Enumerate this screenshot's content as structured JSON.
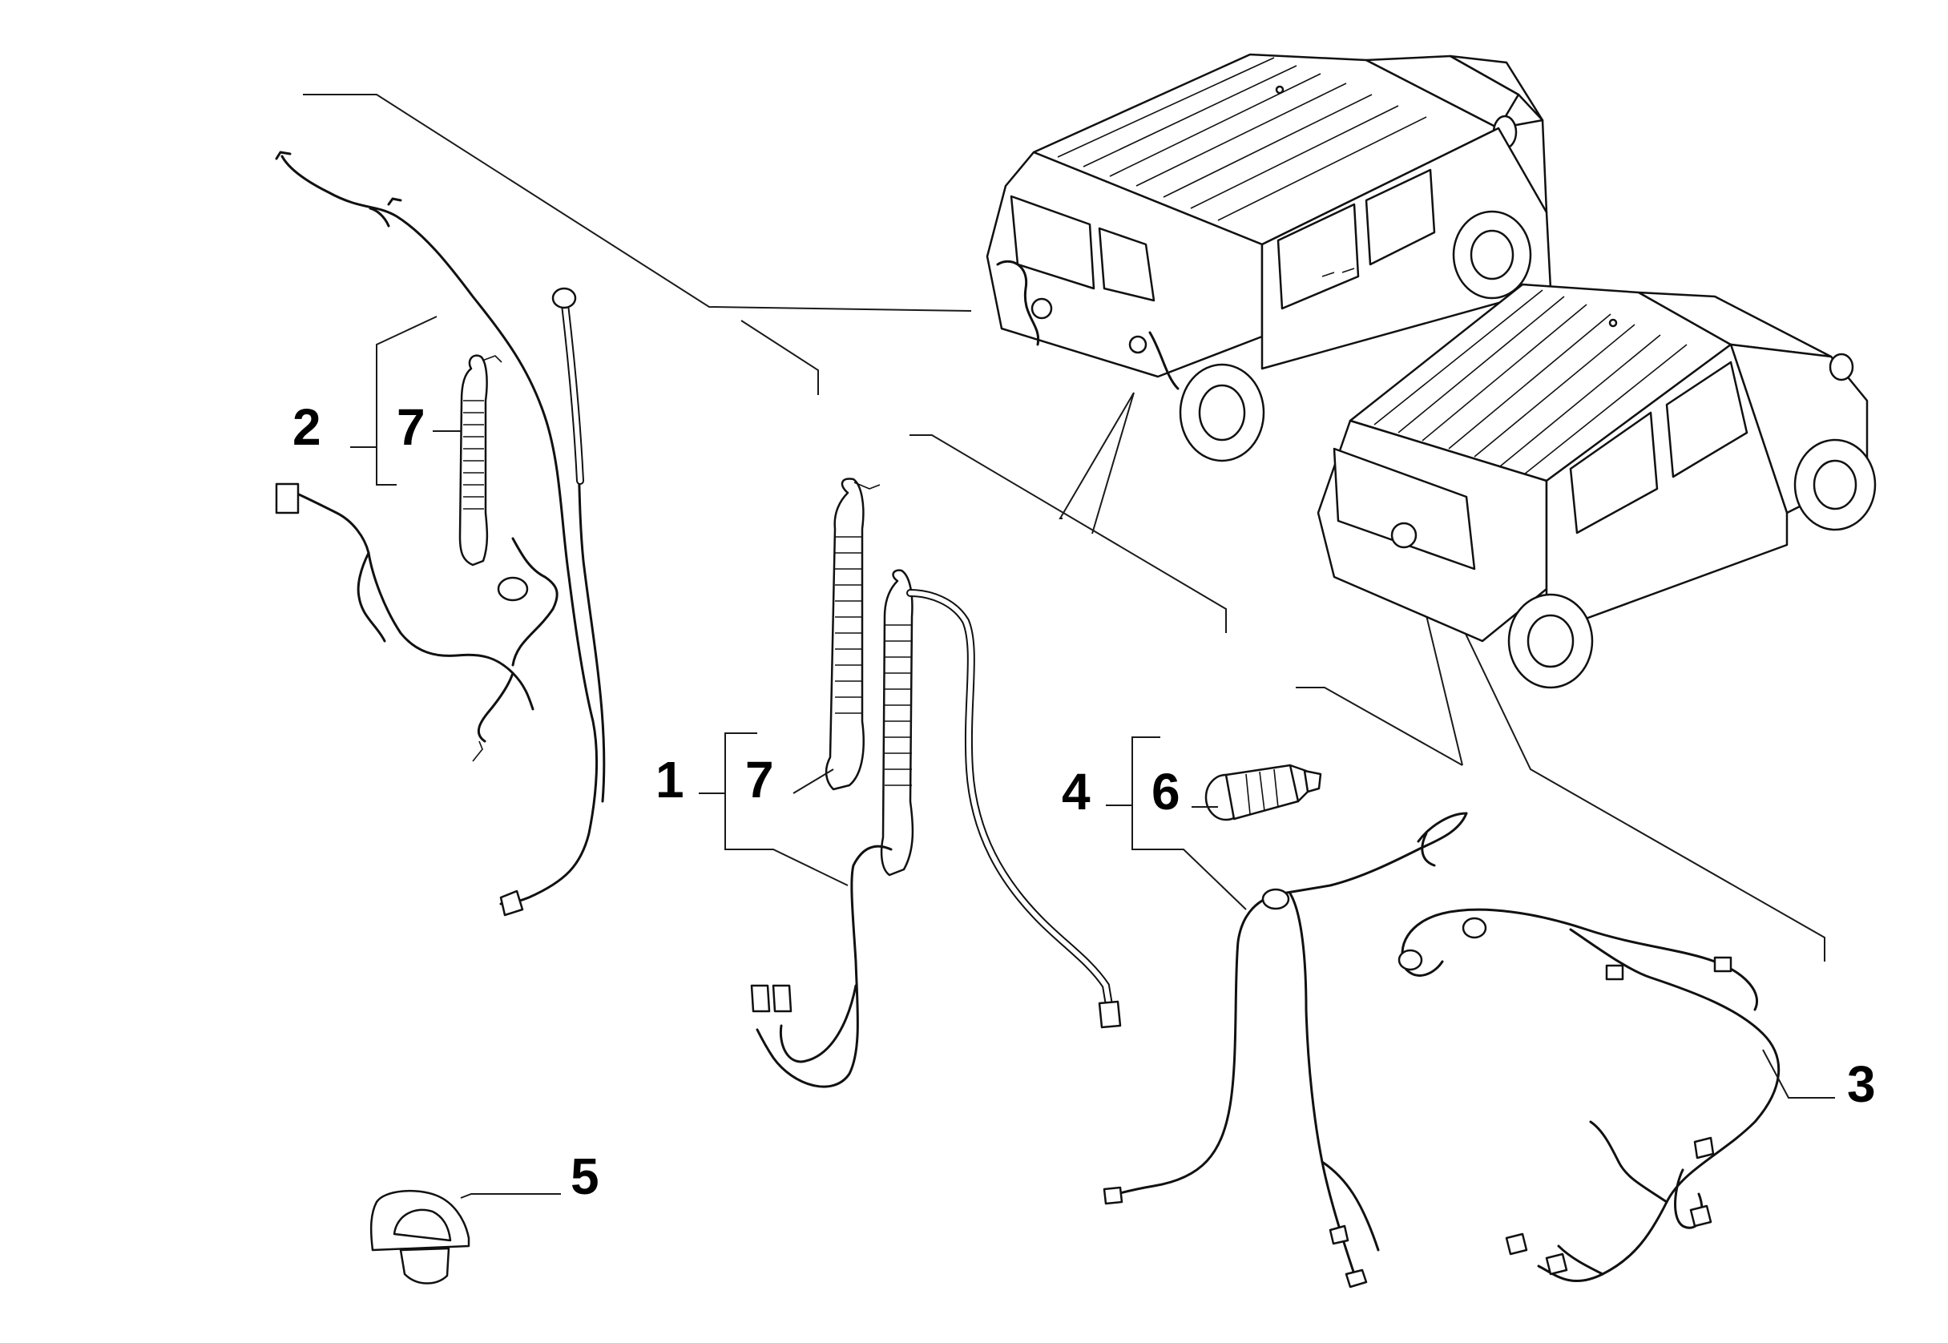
{
  "diagram": {
    "callouts": [
      {
        "id": "c1",
        "label": "1"
      },
      {
        "id": "c2",
        "label": "2"
      },
      {
        "id": "c3",
        "label": "3"
      },
      {
        "id": "c4",
        "label": "4"
      },
      {
        "id": "c5",
        "label": "5"
      },
      {
        "id": "c6",
        "label": "6"
      },
      {
        "id": "c7a",
        "label": "7"
      },
      {
        "id": "c7b",
        "label": "7"
      }
    ]
  }
}
